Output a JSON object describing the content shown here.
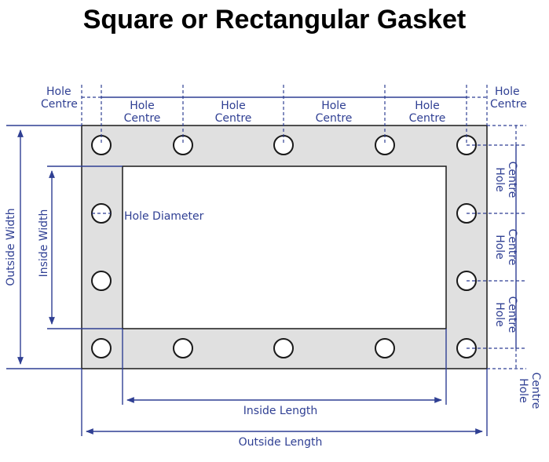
{
  "title": "Square or Rectangular Gasket",
  "labels": {
    "hole": "Hole",
    "centre": "Centre",
    "hole_diameter": "Hole Diameter",
    "outside_width": "Outside Width",
    "inside_width": "Inside Width",
    "inside_length": "Inside Length",
    "outside_length": "Outside Length"
  },
  "colors": {
    "gasket": "#e0e0e0",
    "outline": "#1a1a1a",
    "dimension": "#2f3f93"
  }
}
